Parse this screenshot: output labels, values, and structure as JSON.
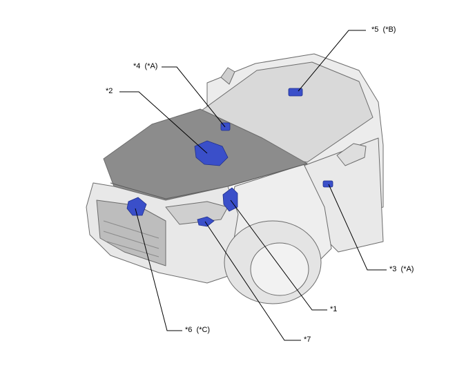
{
  "callouts": [
    {
      "id": "c1",
      "label": "*1"
    },
    {
      "id": "c2",
      "label": "*2"
    },
    {
      "id": "c3",
      "label": "*3",
      "suffix": "(*A)"
    },
    {
      "id": "c4",
      "label": "*4",
      "suffix": "(*A)"
    },
    {
      "id": "c5",
      "label": "*5",
      "suffix": "(*B)"
    },
    {
      "id": "c6",
      "label": "*6",
      "suffix": "(*C)"
    },
    {
      "id": "c7",
      "label": "*7"
    }
  ],
  "colors": {
    "body": "#ececec",
    "body_shade": "#d9d9d9",
    "hood": "#8c8c8c",
    "hood_dark": "#6f6f6f",
    "glass": "#d4d4d4",
    "outline": "#6b6b6b",
    "component": "#3a4fc9",
    "component_dark": "#1f2f8a",
    "leader": "#000000"
  }
}
